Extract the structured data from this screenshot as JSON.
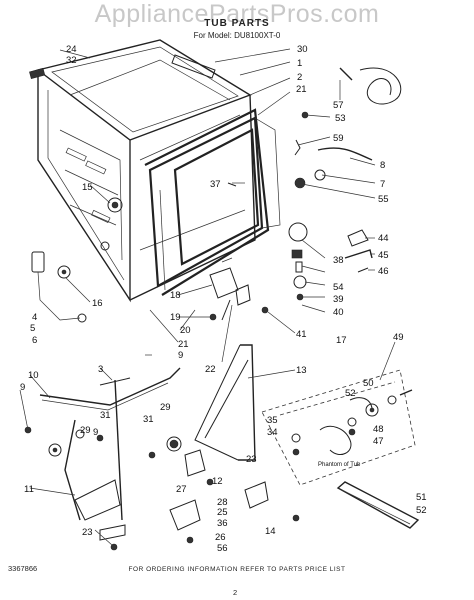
{
  "watermark": "AppliancePartsPros.com",
  "title": "TUB PARTS",
  "subtitle": "For Model: DU8100XT-0",
  "footer": "FOR ORDERING INFORMATION REFER TO PARTS PRICE LIST",
  "doc_number": "3367866",
  "page_number": "2",
  "callouts": [
    "1",
    "2",
    "3",
    "4",
    "5",
    "6",
    "7",
    "8",
    "9",
    "9",
    "9",
    "10",
    "11",
    "12",
    "13",
    "14",
    "15",
    "16",
    "17",
    "18",
    "19",
    "20",
    "21",
    "21",
    "22",
    "23",
    "23",
    "24",
    "25",
    "26",
    "27",
    "28",
    "29",
    "29",
    "30",
    "31",
    "31",
    "32",
    "34",
    "35",
    "36",
    "37",
    "38",
    "39",
    "40",
    "41",
    "44",
    "45",
    "46",
    "47",
    "48",
    "49",
    "50",
    "51",
    "52",
    "52",
    "53",
    "54",
    "55",
    "56",
    "57",
    "59"
  ],
  "phantom_label": "Phantom of Tub",
  "diagram_kind": "exploded parts diagram"
}
